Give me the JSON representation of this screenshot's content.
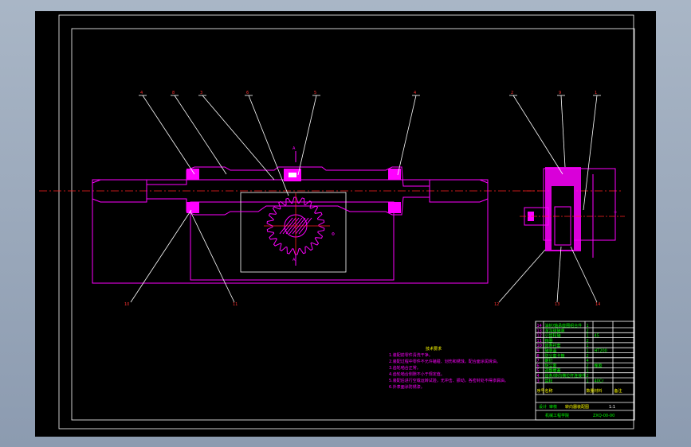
{
  "drawing": {
    "tech_title": "技术要求",
    "tech_notes": [
      "1.装配前零件清洗干净。",
      "2.装配过程中零件不允许磕碰、划伤和锈蚀，配合面涂润滑油。",
      "3.齿轮啮合正常。",
      "4.齿轮啮合侧隙不小于规定值。",
      "5.装配后进行空载运转试验，无冲击、振动，各密封处不得渗漏油。",
      "6.外表面涂防锈漆。"
    ],
    "balloons_main": [
      "4",
      "8",
      "3",
      "6",
      "5",
      "4"
    ],
    "balloons_side": [
      "2",
      "9",
      "1"
    ],
    "balloons_bottom": [
      "10",
      "11",
      "12",
      "13",
      "14"
    ],
    "section_marks": [
      "A",
      "A"
    ],
    "dim_labels": [
      "Φ",
      "∞"
    ],
    "title_block": {
      "name": "转向器装配图",
      "scale": "1:1",
      "school": "机械工程学院",
      "drawing_no": "ZXQ-00-00",
      "head": [
        "序号",
        "名称",
        "数量",
        "材料",
        "备注"
      ],
      "sign": [
        "设计",
        "审核"
      ],
      "rows": [
        [
          "14",
          "油封/轴承座圈组合件",
          "1",
          "",
          ""
        ],
        [
          "13",
          "深沟球轴承",
          "2",
          "",
          ""
        ],
        [
          "12",
          "小齿轮轴",
          "1",
          "45",
          ""
        ],
        [
          "11",
          "挡圈",
          "2",
          "",
          ""
        ],
        [
          "10",
          "齿条衬套",
          "1",
          "",
          ""
        ],
        [
          "9",
          "轴承盖",
          "1",
          "HT200",
          ""
        ],
        [
          "8",
          "防尘套卡箍",
          "2",
          "",
          ""
        ],
        [
          "7",
          "螺钉",
          "4",
          "",
          ""
        ],
        [
          "6",
          "防尘套",
          "2",
          "橡胶",
          ""
        ],
        [
          "5",
          "调整螺塞",
          "1",
          "",
          ""
        ],
        [
          "4",
          "齿条/转向横拉杆连接件",
          "2",
          "",
          ""
        ],
        [
          "3",
          "齿轮",
          "1",
          "40Cr",
          ""
        ]
      ]
    }
  }
}
